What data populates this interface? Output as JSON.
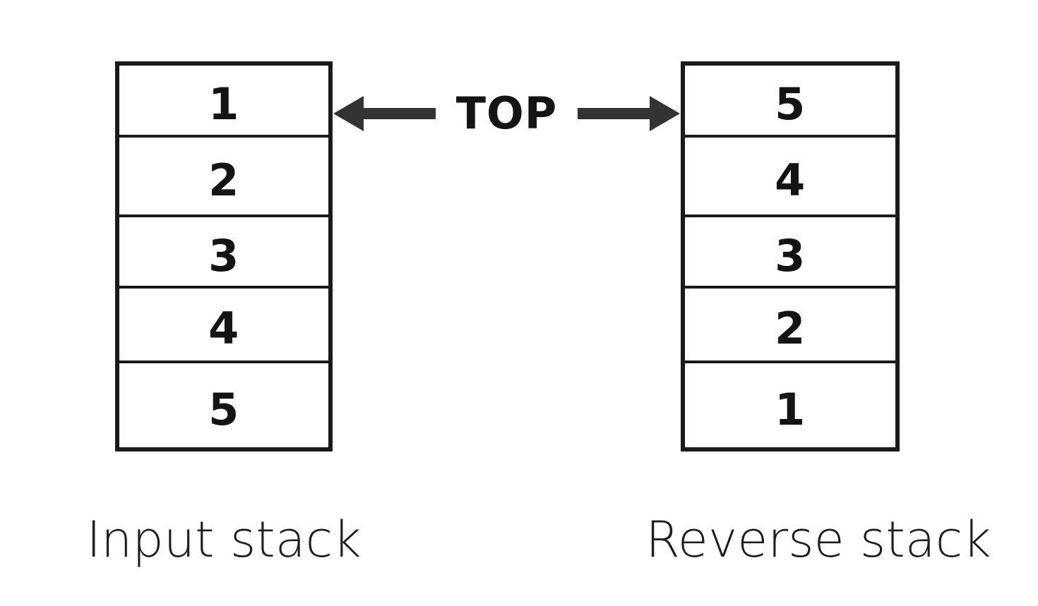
{
  "diagram": {
    "title_label": "TOP",
    "accent_color": "#1a1a1a",
    "text_color": "#141414",
    "background_color": "#ffffff",
    "stacks": [
      {
        "id": "input",
        "caption": "Input stack",
        "top_marker": "TOP",
        "arrow": "left-arrow-icon",
        "cells": [
          {
            "value": "1"
          },
          {
            "value": "2"
          },
          {
            "value": "3"
          },
          {
            "value": "4"
          },
          {
            "value": "5"
          }
        ]
      },
      {
        "id": "reverse",
        "caption": "Reverse stack",
        "top_marker": "TOP",
        "arrow": "right-arrow-icon",
        "cells": [
          {
            "value": "5"
          },
          {
            "value": "4"
          },
          {
            "value": "3"
          },
          {
            "value": "2"
          },
          {
            "value": "1"
          }
        ]
      }
    ]
  }
}
